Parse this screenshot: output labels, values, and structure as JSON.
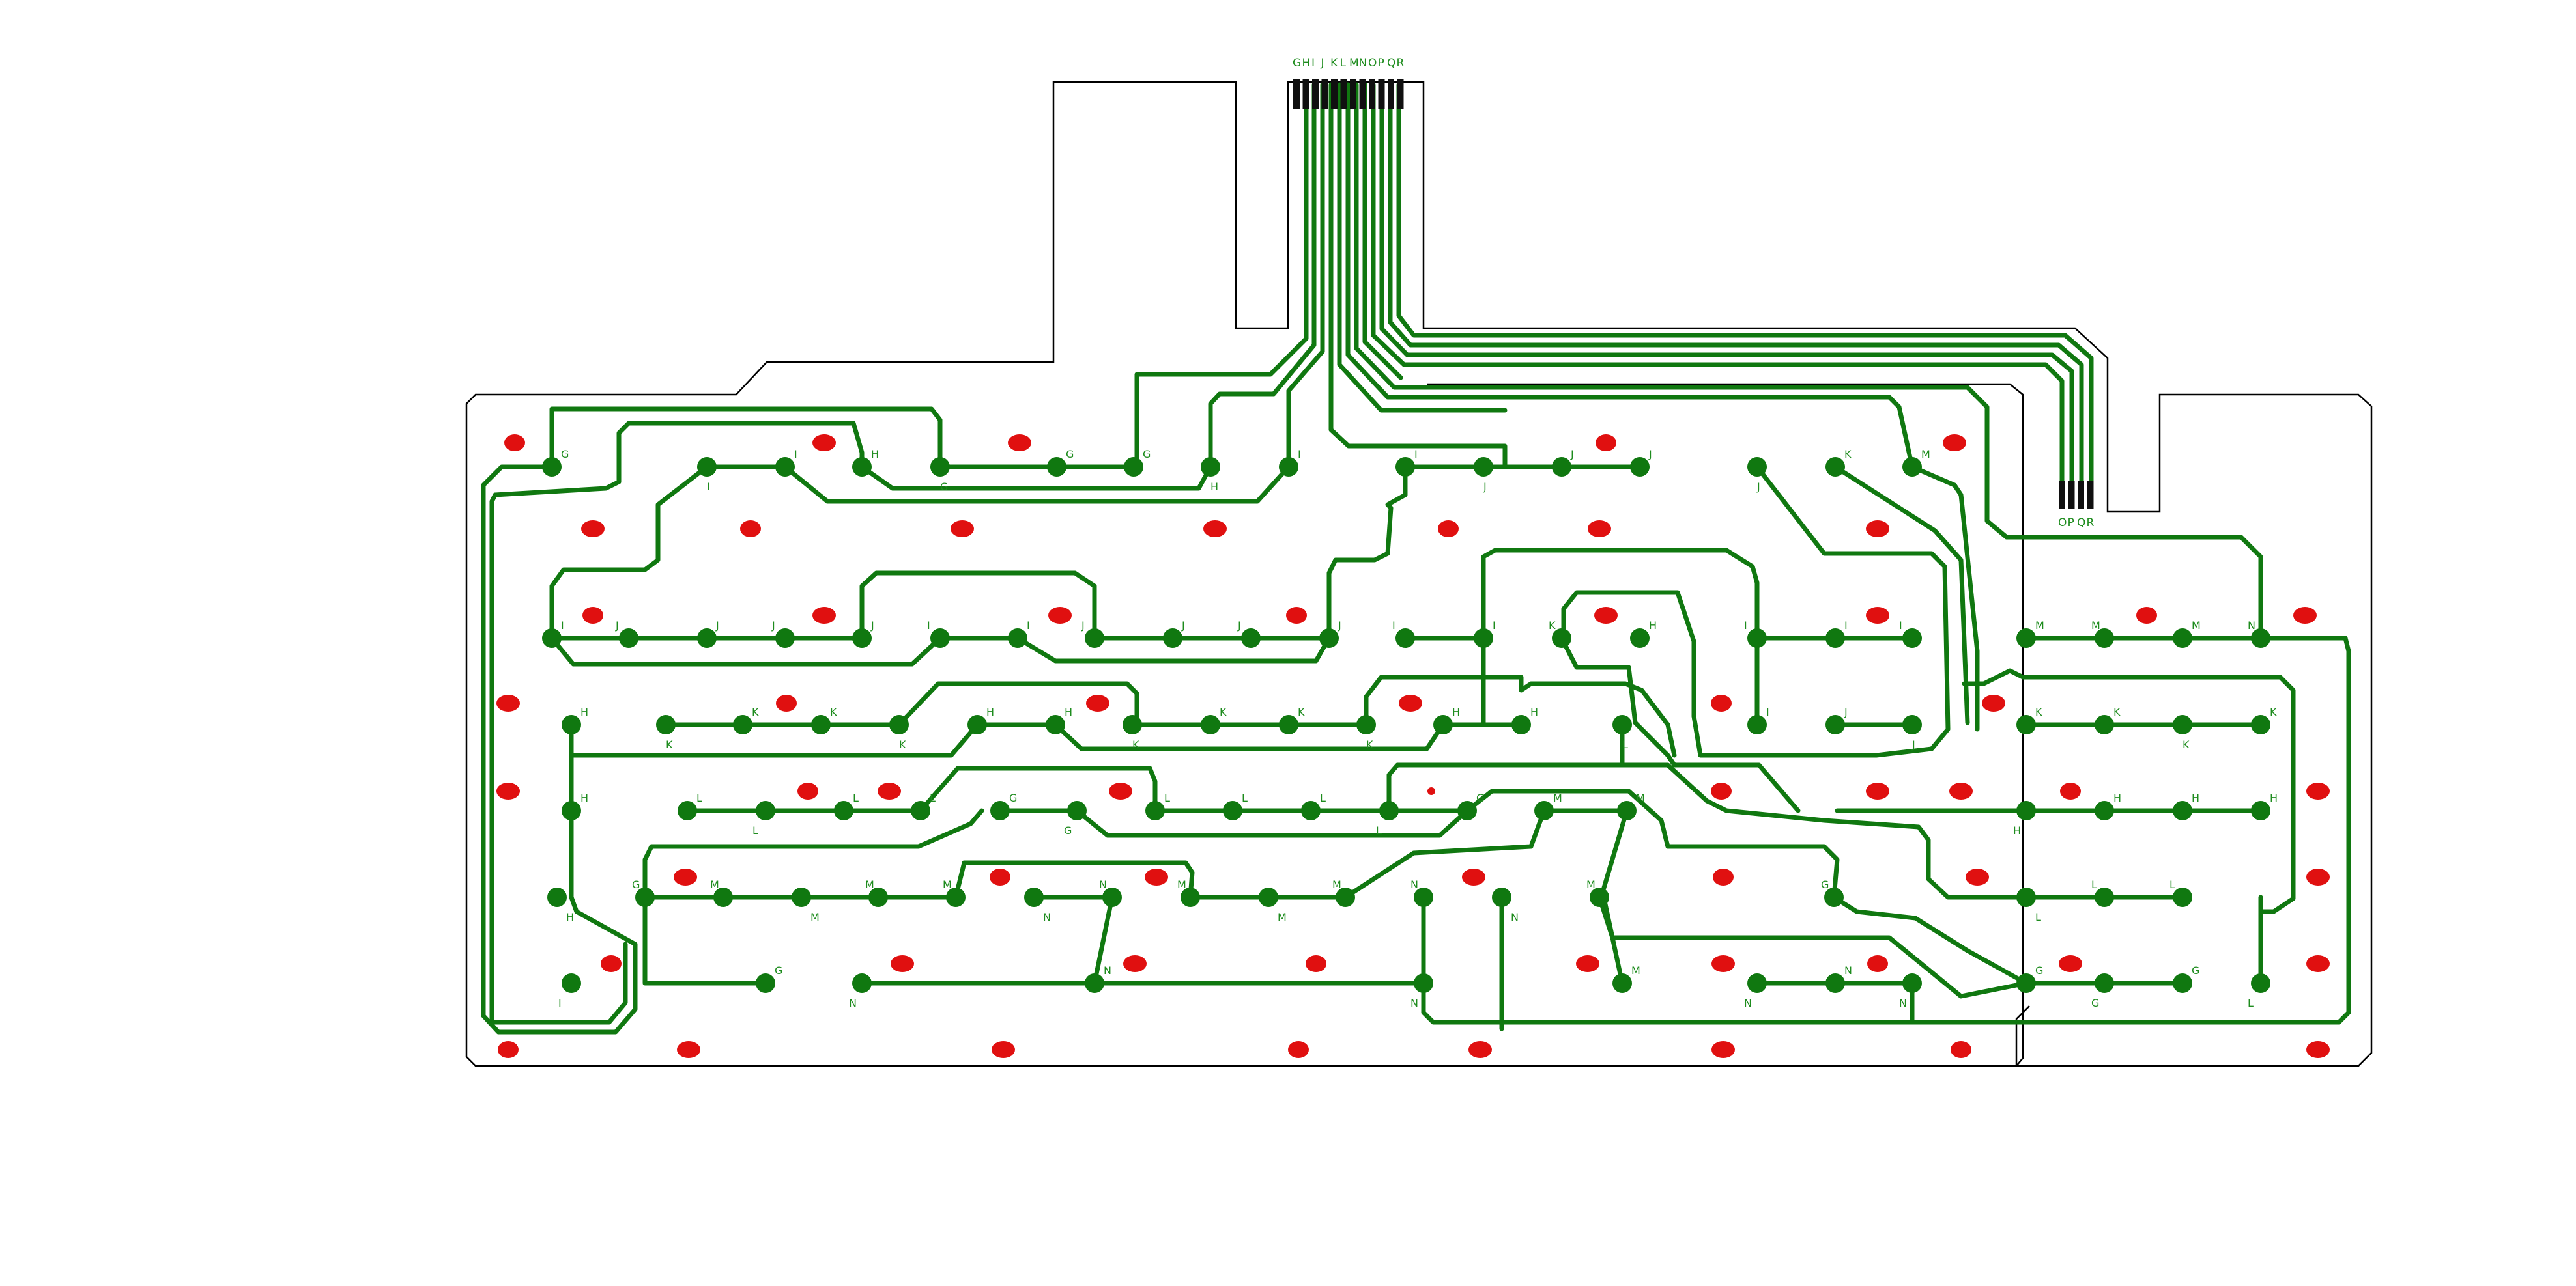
{
  "colors": {
    "trace": "#107810",
    "pad": "#107810",
    "label": "#1e8c1e",
    "hole": "#e01010",
    "outline": "#000000",
    "pin": "#101010"
  },
  "top_connector": {
    "labels": [
      "G",
      "H",
      "I",
      "J",
      "K",
      "L",
      "M",
      "N",
      "O",
      "P",
      "Q",
      "R"
    ]
  },
  "side_connector": {
    "labels": [
      "O",
      "P",
      "Q",
      "R"
    ]
  },
  "pad_labels": {
    "row1": [
      "G",
      "I",
      "I",
      "H",
      "G",
      "G",
      "G",
      "H",
      "I",
      "I",
      "J",
      "J",
      "J",
      "J",
      "K",
      "M"
    ],
    "row2": [
      "I",
      "J",
      "J",
      "J",
      "J",
      "I",
      "I",
      "J",
      "J",
      "J",
      "J",
      "I",
      "I",
      "K",
      "H",
      "I",
      "I",
      "I",
      "M",
      "M",
      "M",
      "N"
    ],
    "row3": [
      "H",
      "K",
      "K",
      "K",
      "K",
      "H",
      "H",
      "K",
      "K",
      "K",
      "K",
      "H",
      "H",
      "L",
      "I",
      "J",
      "J",
      "K",
      "K",
      "K",
      "K"
    ],
    "row4": [
      "H",
      "L",
      "L",
      "L",
      "L",
      "G",
      "G",
      "L",
      "L",
      "L",
      "L",
      "G",
      "M",
      "M",
      "H",
      "H",
      "H",
      "H"
    ],
    "row5": [
      "H",
      "G",
      "M",
      "M",
      "M",
      "M",
      "N",
      "N",
      "M",
      "M",
      "M",
      "N",
      "N",
      "M",
      "G",
      "L",
      "L",
      "L"
    ],
    "row6": [
      "I",
      "G",
      "N",
      "N",
      "N",
      "M",
      "N",
      "N",
      "N",
      "G",
      "G",
      "G",
      "L"
    ]
  }
}
